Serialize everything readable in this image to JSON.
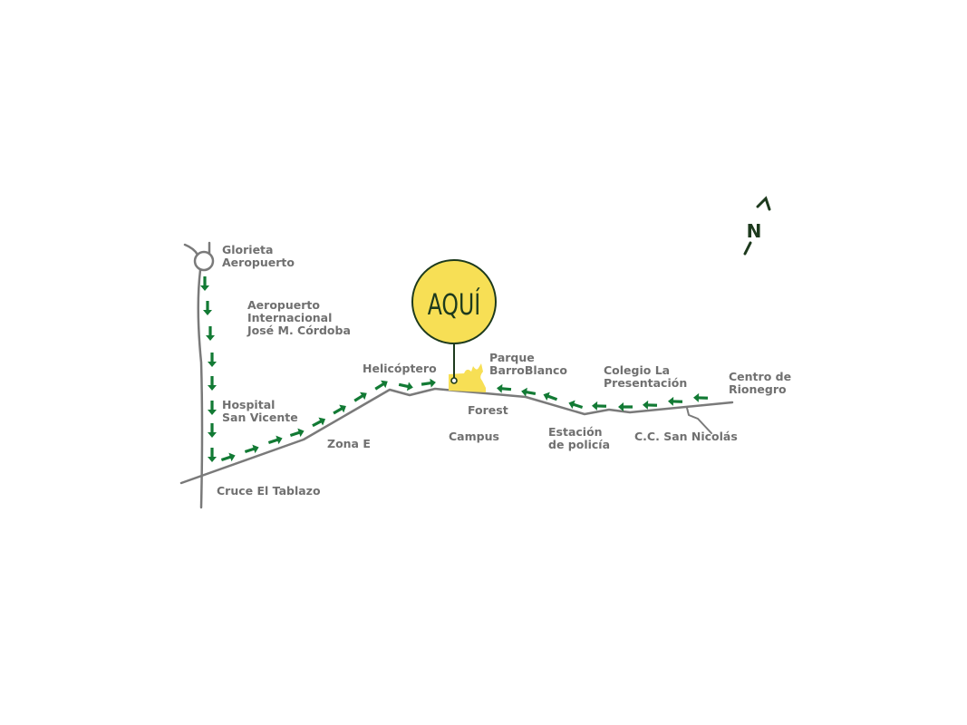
{
  "map": {
    "marker": {
      "label": "AQUÍ",
      "fill": "#f7df55",
      "stroke": "#1d3a1d"
    },
    "north": {
      "label": "N"
    },
    "colors": {
      "road": "#7a7a7a",
      "route_arrow": "#127a34",
      "label": "#707070",
      "park": "#f7df55"
    },
    "labels": {
      "glorieta": [
        "Glorieta",
        "Aeropuerto"
      ],
      "aeropuerto": [
        "Aeropuerto",
        "Internacional",
        "José M. Córdoba"
      ],
      "hospital": [
        "Hospital",
        "San Vicente"
      ],
      "cruce": "Cruce El Tablazo",
      "zona_e": "Zona E",
      "helicoptero": "Helicóptero",
      "parque": [
        "Parque",
        "BarroBlanco"
      ],
      "forest": "Forest",
      "campus": "Campus",
      "estacion": [
        "Estación",
        "de policía"
      ],
      "colegio": [
        "Colegio La",
        "Presentación"
      ],
      "cc": "C.C. San Nicolás",
      "centro": [
        "Centro de",
        "Rionegro"
      ]
    }
  }
}
